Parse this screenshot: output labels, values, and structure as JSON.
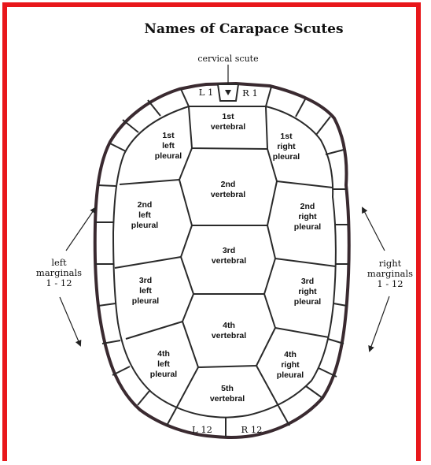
{
  "title": "Names of Carapace Scutes",
  "colors": {
    "border": "#e8171b",
    "shell_outline": "#3a2a30",
    "scute_line": "#2a2a2a",
    "text": "#111111"
  },
  "labels": {
    "cervical": "cervical scute",
    "L1": "L 1",
    "R1": "R 1",
    "L12": "L 12",
    "R12": "R 12",
    "left_marginals": [
      "left",
      "marginals",
      "1 - 12"
    ],
    "right_marginals": [
      "right",
      "marginals",
      "1 - 12"
    ]
  },
  "vertebrals": [
    [
      "1st",
      "vertebral"
    ],
    [
      "2nd",
      "vertebral"
    ],
    [
      "3rd",
      "vertebral"
    ],
    [
      "4th",
      "vertebral"
    ],
    [
      "5th",
      "vertebral"
    ]
  ],
  "left_pleurals": [
    [
      "1st",
      "left",
      "pleural"
    ],
    [
      "2nd",
      "left",
      "pleural"
    ],
    [
      "3rd",
      "left",
      "pleural"
    ],
    [
      "4th",
      "left",
      "pleural"
    ]
  ],
  "right_pleurals": [
    [
      "1st",
      "right",
      "pleural"
    ],
    [
      "2nd",
      "right",
      "pleural"
    ],
    [
      "3rd",
      "right",
      "pleural"
    ],
    [
      "4th",
      "right",
      "pleural"
    ]
  ]
}
